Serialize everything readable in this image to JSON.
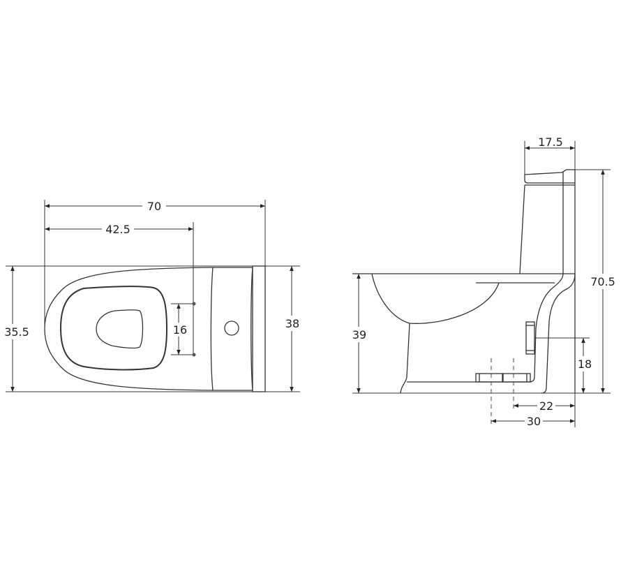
{
  "top_view": {
    "dims": {
      "length": "70",
      "drain_offset": "42.5",
      "bolt_spacing": "16",
      "bowl_width": "35.5",
      "tank_width": "38"
    }
  },
  "side_view": {
    "dims": {
      "tank_depth": "17.5",
      "total_height": "70.5",
      "seat_height": "39",
      "supply_height": "18",
      "rough_in_min": "22",
      "rough_in_max": "30"
    }
  }
}
